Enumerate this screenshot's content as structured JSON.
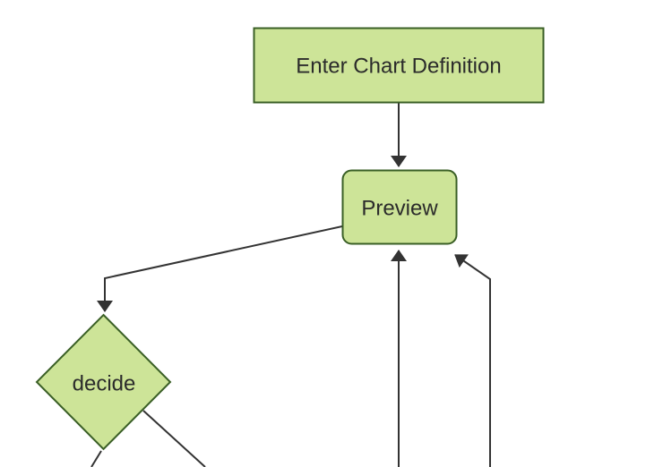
{
  "diagram": {
    "type": "flowchart",
    "orientation": "top-down",
    "nodes": [
      {
        "id": "enter-chart-definition",
        "label": "Enter Chart Definition",
        "shape": "rectangle"
      },
      {
        "id": "preview",
        "label": "Preview",
        "shape": "rounded-rectangle"
      },
      {
        "id": "decide",
        "label": "decide",
        "shape": "diamond"
      }
    ],
    "edges": [
      {
        "from": "enter-chart-definition",
        "to": "preview",
        "style": "arrow"
      },
      {
        "from": "preview",
        "to": "decide",
        "style": "arrow"
      },
      {
        "from": "offscreen-bottom-center",
        "to": "preview",
        "style": "arrow"
      },
      {
        "from": "offscreen-bottom-right",
        "to": "preview",
        "style": "arrow"
      },
      {
        "from": "decide",
        "to": "offscreen-bottom-left",
        "style": "line-cut-off"
      },
      {
        "from": "decide",
        "to": "offscreen-bottom-right",
        "style": "line-cut-off"
      }
    ],
    "colors": {
      "background": "#ffffff",
      "node_fill": "#cde498",
      "node_border": "#3a5f26",
      "edge_line": "#333333",
      "label_text": "#2b2b2b"
    }
  }
}
